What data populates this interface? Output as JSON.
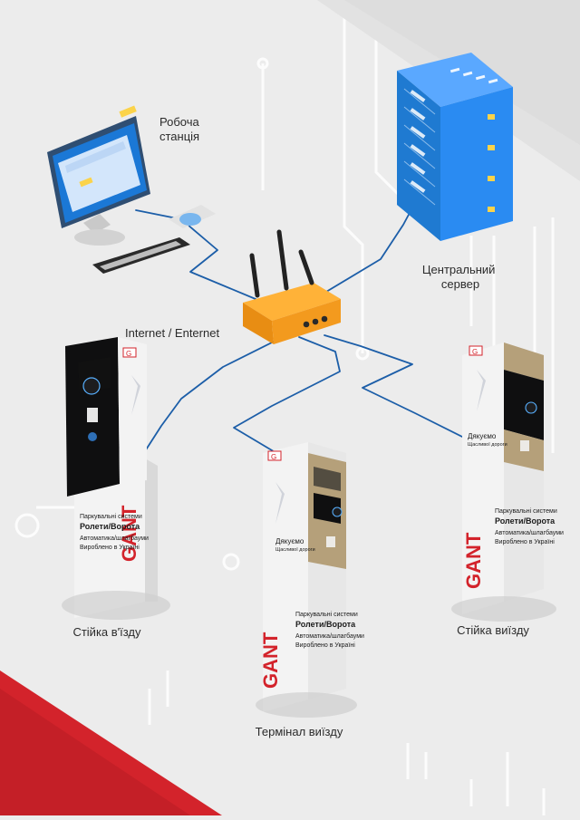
{
  "labels": {
    "workstation": "Робоча\nстанція",
    "server": "Центральний\nсервер",
    "internet": "Internet / Enternet",
    "entry_kiosk": "Стійка в'їзду",
    "exit_terminal": "Термінал виїзду",
    "exit_kiosk": "Стійка виїзду"
  },
  "kiosk_texts": {
    "brand": "GANT",
    "thank_you": "Дякуємо",
    "safe_trip": "Щасливої дороги",
    "line1": "Паркувальні системи",
    "line2": "Ролети/Ворота",
    "line3": "Автоматика/шлагбауми",
    "line4": "Вироблено в Україні"
  },
  "colors": {
    "background": "#ececec",
    "accent_red": "#d3232b",
    "line_blue": "#1c5ea8",
    "router_orange": "#f39a1e",
    "server_blue": "#1f7ad1",
    "kiosk_white": "#f3f3f3",
    "kiosk_gold": "#b5a07a"
  },
  "icons": {
    "workstation": "computer-icon",
    "server": "server-rack-icon",
    "router": "router-icon",
    "entry_kiosk": "parking-entry-kiosk-icon",
    "exit_terminal": "parking-exit-terminal-icon",
    "exit_kiosk": "parking-exit-kiosk-icon"
  }
}
